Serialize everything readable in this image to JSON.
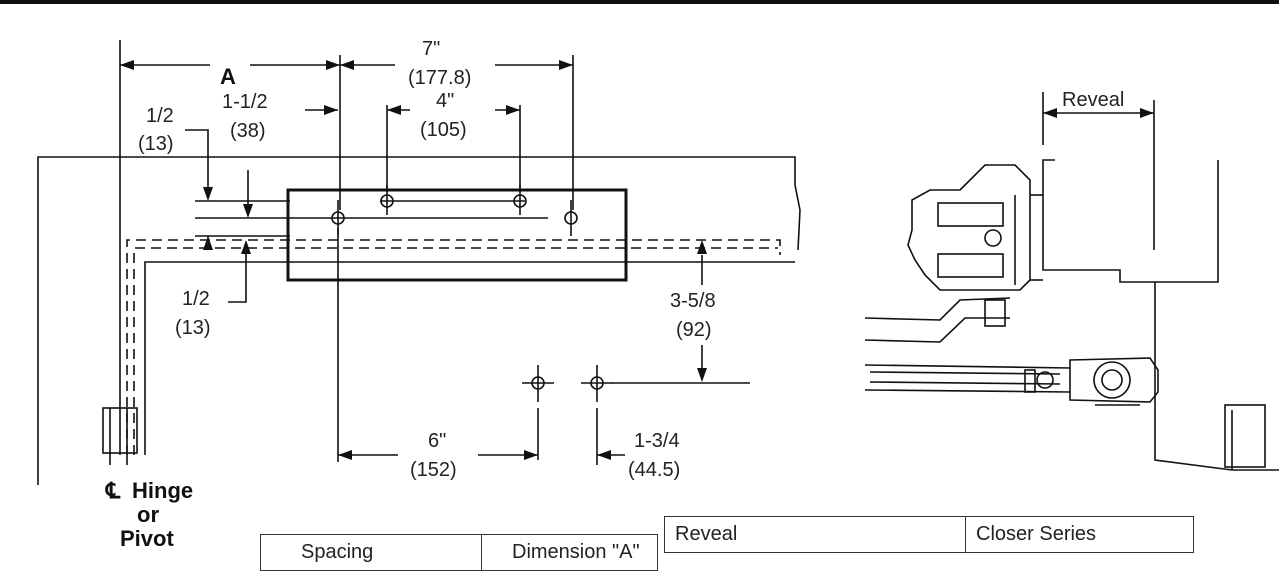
{
  "top_rule": true,
  "labels": {
    "dim_a": "A",
    "seven_in": "7\"",
    "seven_mm": "(177.8)",
    "four_in": "4\"",
    "four_mm": "(105)",
    "one_half_in": "1-1/2",
    "one_half_mm": "(38)",
    "half_top_in": "1/2",
    "half_top_mm": "(13)",
    "half_bot_in": "1/2",
    "half_bot_mm": "(13)",
    "three_five_eighths_in": "3-5/8",
    "three_five_eighths_mm": "(92)",
    "six_in": "6\"",
    "six_mm": "(152)",
    "one_three_quarter_in": "1-3/4",
    "one_three_quarter_mm": "(44.5)",
    "centerline_symbol": "℄",
    "hinge": "Hinge",
    "or": "or",
    "pivot": "Pivot",
    "reveal": "Reveal"
  },
  "table_left": {
    "col1": "Spacing",
    "col2": "Dimension \"A\""
  },
  "table_right": {
    "col1": "Reveal",
    "col2": "Closer Series"
  },
  "colors": {
    "line": "#111111",
    "background": "#ffffff"
  }
}
